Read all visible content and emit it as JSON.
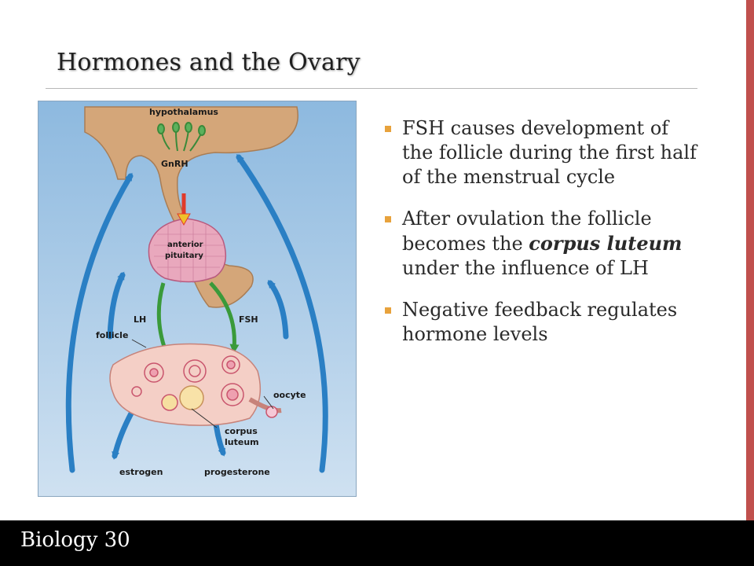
{
  "slide": {
    "title": "Hormones and the Ovary",
    "footer": "Biology 30"
  },
  "figure": {
    "labels": {
      "hypothalamus": "hypothalamus",
      "gnrh": "GnRH",
      "anterior_pituitary_line1": "anterior",
      "anterior_pituitary_line2": "pituitary",
      "lh": "LH",
      "fsh": "FSH",
      "follicle": "follicle",
      "oocyte": "oocyte",
      "corpus_luteum_line1": "corpus",
      "corpus_luteum_line2": "luteum",
      "estrogen": "estrogen",
      "progesterone": "progesterone"
    }
  },
  "bullets": [
    {
      "text": "FSH causes development of the follicle during the first half of the menstrual cycle"
    },
    {
      "before": "After ovulation the follicle becomes the ",
      "emphasis": "corpus luteum",
      "after": " under the influence of LH"
    },
    {
      "text": "Negative feedback regulates hormone levels"
    }
  ],
  "colors": {
    "accent_bar": "#c0504d",
    "bullet_marker": "#e8a23c",
    "figure_background": "#aacbe6",
    "arrows_blue": "#2a7fc4",
    "arrows_green": "#3a9a3a",
    "arrow_red": "#e03a2a"
  }
}
